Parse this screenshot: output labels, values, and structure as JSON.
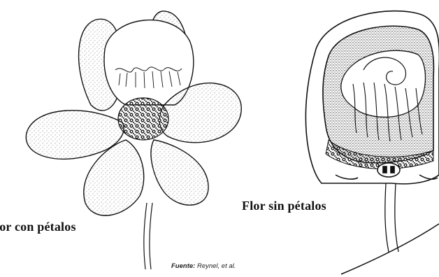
{
  "figures": {
    "with_petals": {
      "caption": "lor con pétalos"
    },
    "without_petals": {
      "caption": "Flor sin pétalos"
    }
  },
  "source": {
    "label": "Fuente:",
    "text": "Reynel, et al."
  },
  "colors": {
    "ink": "#111111",
    "stipple": "#555555",
    "paper": "#ffffff"
  }
}
